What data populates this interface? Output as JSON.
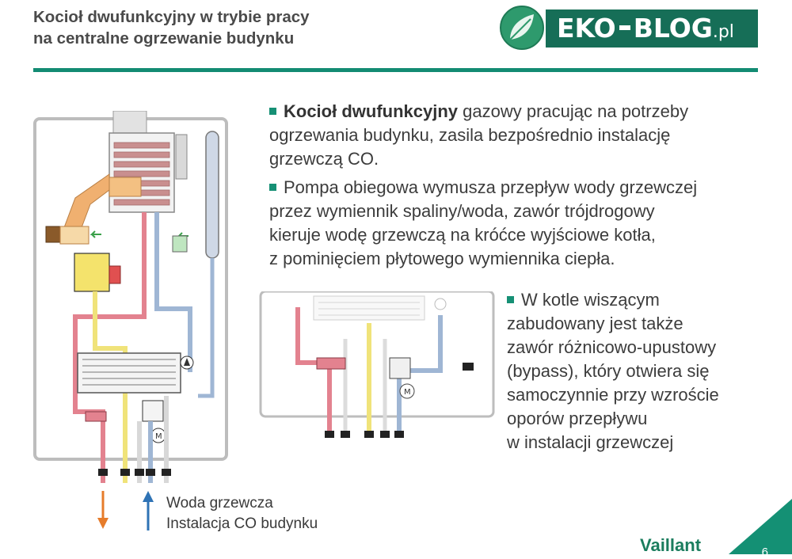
{
  "header": {
    "title_line1": "Kocioł dwufunkcyjny w trybie pracy",
    "title_line2": "na centralne ogrzewanie budynku"
  },
  "logo": {
    "brand_main": "EKO",
    "brand_second": "BLOG",
    "brand_tld": ".pl",
    "color": "#166e57",
    "leaf_icon": "green-leaf-icon"
  },
  "bullets": {
    "b1_bold": "Kocioł dwufunkcyjny",
    "b1_line1_rest": " gazowy pracując na potrzeby",
    "b1_line2": "ogrzewania budynku, zasila bezpośrednio instalację",
    "b1_line3": "grzewczą CO.",
    "b2_line1": "Pompa obiegowa wymusza przepływ wody grzewczej",
    "b2_line2": "przez wymiennik spaliny/woda, zawór trójdrogowy",
    "b2_line3": "kieruje wodę grzewczą na króćce wyjściowe kotła,",
    "b2_line4": "z pominięciem płytowego wymiennika ciepła.",
    "b3_line1": "W kotle wiszącym",
    "b3_line2": "zabudowany jest także",
    "b3_line3": "zawór różnicowo-upustowy",
    "b3_line4": "(bypass), który otwiera się",
    "b3_line5": "samoczynnie przy wzroście",
    "b3_line6": "oporów przepływu",
    "b3_line7": "w instalacji grzewczej"
  },
  "caption": {
    "line1": "Woda grzewcza",
    "line2": "Instalacja CO budynku"
  },
  "footer": {
    "brand": "Vaillant",
    "page_number": "6"
  },
  "colors": {
    "accent": "#138b73",
    "supply_pipe": "#e3828f",
    "return_pipe": "#9fb6d4",
    "gas_pipe": "#f0e37a",
    "arrow_out": "#e67c2b",
    "arrow_in": "#2f73b5"
  }
}
